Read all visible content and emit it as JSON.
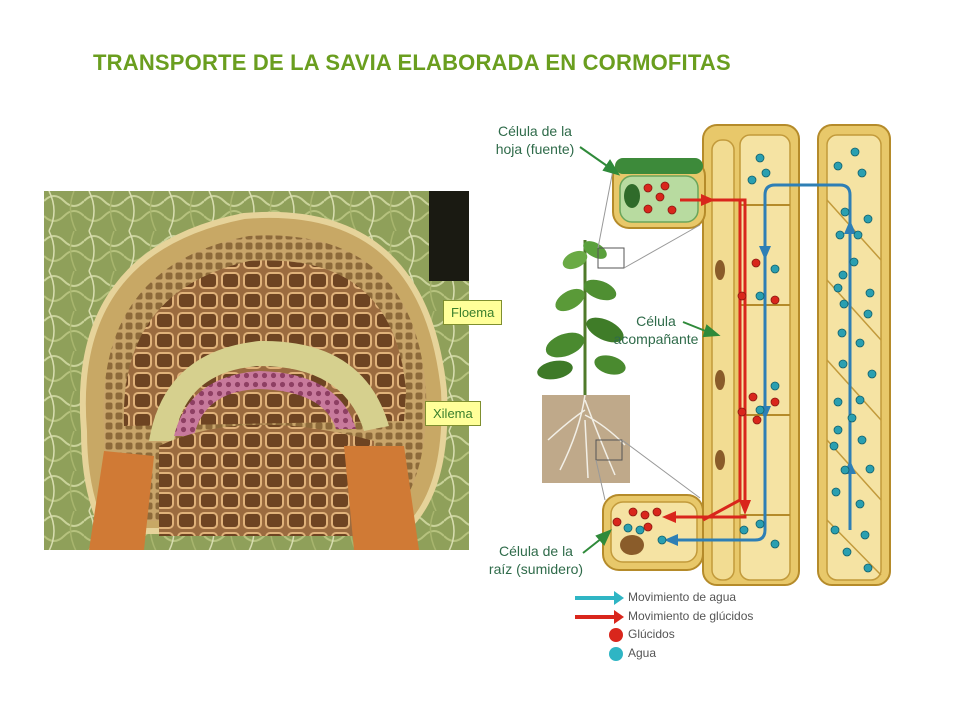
{
  "title": "TRANSPORTE DE LA SAVIA ELABORADA EN CORMOFITAS",
  "micrograph": {
    "label_phloem": "Floema",
    "label_xylem": "Xilema"
  },
  "diagram": {
    "leaf_cell": "Célula de la\nhoja (fuente)",
    "companion_cell": "Célula\nacompañante",
    "root_cell": "Célula de la\nraíz (sumidero)"
  },
  "legend": [
    {
      "label": "Movimiento de agua",
      "symbol": "water-arrow-icon",
      "color": "#2fb5c4"
    },
    {
      "label": "Movimiento de glúcidos",
      "symbol": "sugar-arrow-icon",
      "color": "#d9261c"
    },
    {
      "label": "Glúcidos",
      "symbol": "sugar-dot-icon",
      "color": "#d9261c"
    },
    {
      "label": "Agua",
      "symbol": "water-dot-icon",
      "color": "#2fb5c4"
    }
  ],
  "colors": {
    "title": "#6a9e1f",
    "sugar": "#d9261c",
    "water": "#2fb5c4",
    "cell_wall": "#e8c86a"
  }
}
